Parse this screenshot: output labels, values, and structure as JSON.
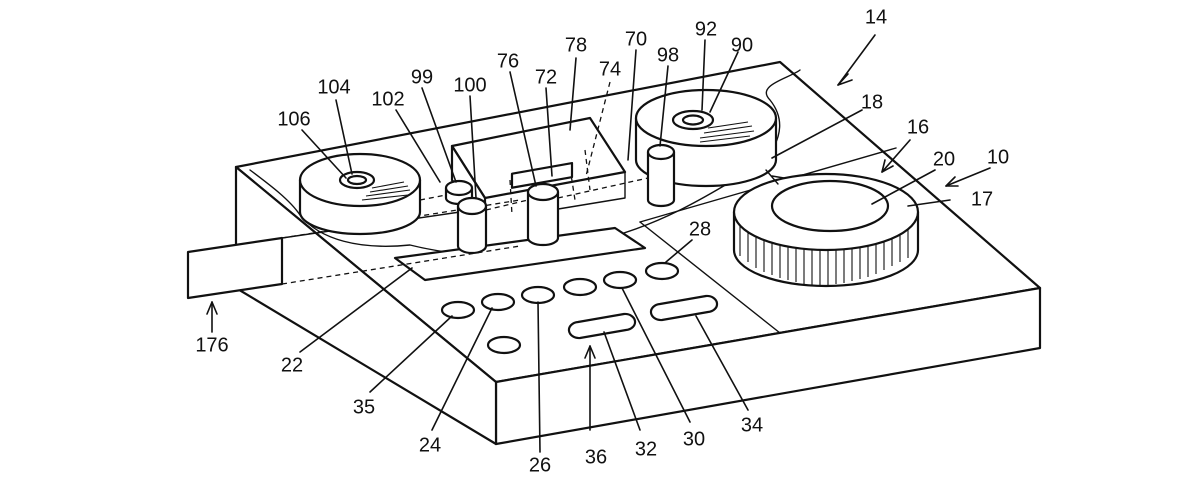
{
  "labels": {
    "l14": "14",
    "l18": "18",
    "l16": "16",
    "l20": "20",
    "l10": "10",
    "l17": "17",
    "l92": "92",
    "l90": "90",
    "l98": "98",
    "l70": "70",
    "l78": "78",
    "l76": "76",
    "l72": "72",
    "l74": "74",
    "l99": "99",
    "l100": "100",
    "l102": "102",
    "l104": "104",
    "l106": "106",
    "l28": "28",
    "l176": "176",
    "l22": "22",
    "l35": "35",
    "l24": "24",
    "l26": "26",
    "l36": "36",
    "l32": "32",
    "l30": "30",
    "l34": "34"
  },
  "colors": {
    "ink": "#111111",
    "paper": "#ffffff"
  }
}
